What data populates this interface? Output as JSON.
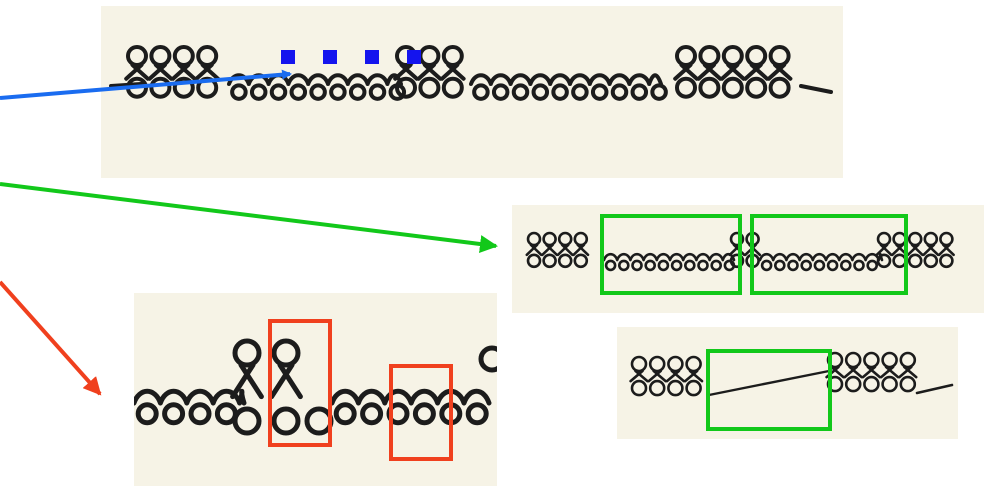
{
  "annotations": {
    "pointer_colors": {
      "blue": "#1a6cf0",
      "green": "#12c81a",
      "red": "#f0401e"
    },
    "highlight_colors": {
      "dotted_marker": "#1414ee",
      "green_box": "#12c81a",
      "red_box": "#f0401e"
    }
  },
  "panels": [
    {
      "id": "top-lace-strip",
      "description_hidden": true
    },
    {
      "id": "right-lace-strip-boxed"
    },
    {
      "id": "right-lace-strip-line"
    },
    {
      "id": "bottom-left-lace-zoom"
    }
  ]
}
